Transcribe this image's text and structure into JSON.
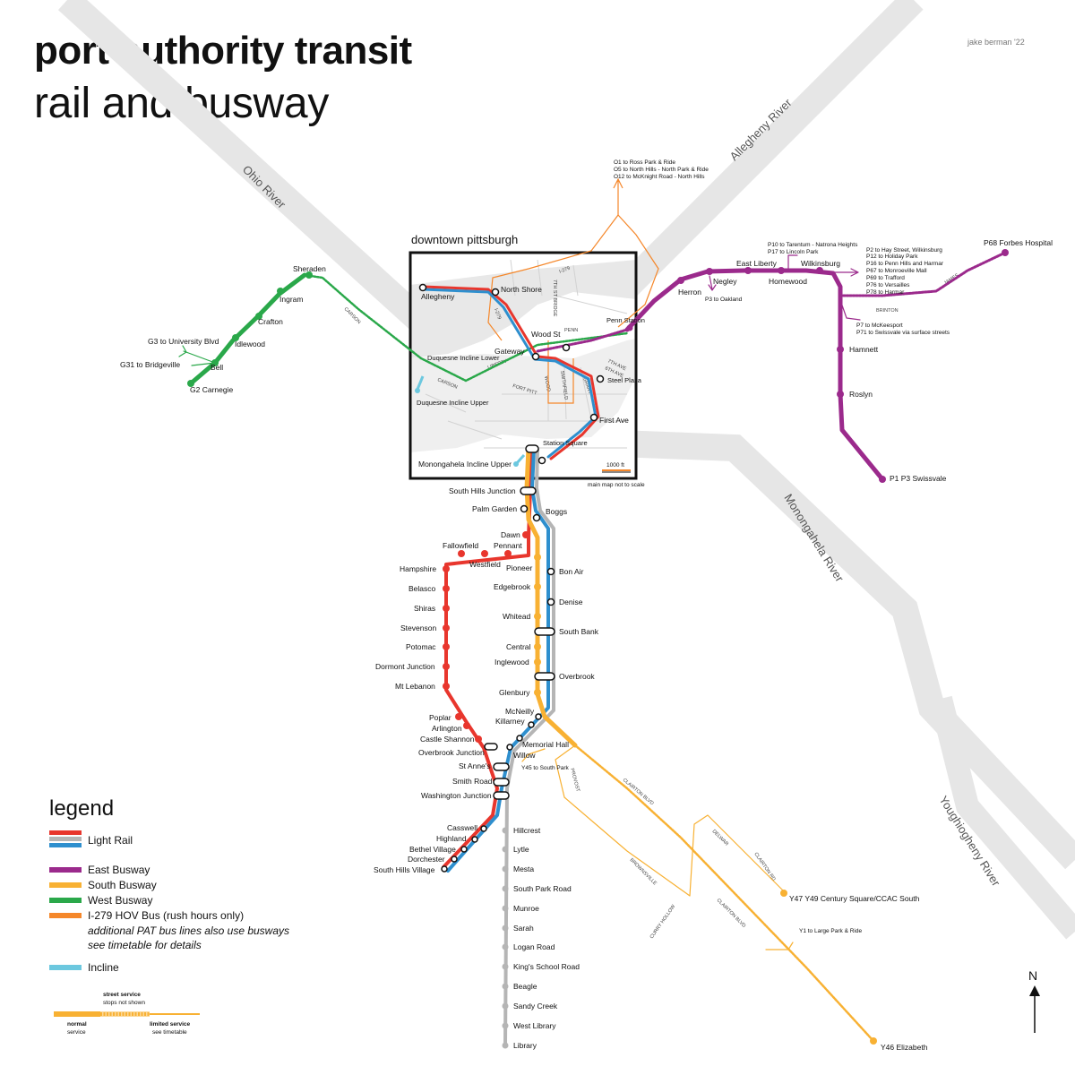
{
  "header": {
    "title": "port authority transit",
    "subtitle": "rail and busway",
    "credit": "jake berman '22"
  },
  "rivers": {
    "ohio": "Ohio River",
    "allegheny": "Allegheny River",
    "monongahela": "Monongahela River",
    "youghiogheny": "Youghiogheny River"
  },
  "inset": {
    "title": "downtown pittsburgh",
    "scale": "1000 ft",
    "note": "main map not to scale"
  },
  "colors": {
    "red": "#e8362d",
    "blue": "#2e8fce",
    "silver": "#b5b5b5",
    "east": "#9b2a8c",
    "south": "#f8b133",
    "west": "#2aa84a",
    "hov": "#f5872a",
    "incline": "#6cc8df",
    "corridor": "#e4e4e4"
  },
  "streets": {
    "i279": "I-279",
    "i279b": "I-279",
    "bridge": "7TH ST BRIDGE",
    "penn": "PENN",
    "liberty": "LIBERTY",
    "ave7": "7TH AVE",
    "ave6": "6TH AVE",
    "wood": "WOOD",
    "smithfield": "SMITHFIELD",
    "grant": "GRANT",
    "fortpitt": "FORT PITT",
    "carson": "CARSON",
    "carson2": "CARSON",
    "brinton": "BRINTON",
    "james": "JAMES",
    "provost": "PROVOST",
    "clairton_blvd": "CLAIRTON BLVD",
    "clairton_blvd2": "CLAIRTON BLVD",
    "delwar": "DELWAR",
    "clairton_rd": "CLAIRTON RD",
    "brownsville": "BROWNSVILLE",
    "curry": "CURRY HOLLOW"
  },
  "stations": {
    "sheraden": "Sheraden",
    "ingram": "Ingram",
    "crafton": "Crafton",
    "idlewood": "Idlewood",
    "bell": "Bell",
    "g2": "G2 Carnegie",
    "g3": "G3 to University Blvd",
    "g31": "G31 to Bridgeville",
    "allegheny": "Allegheny",
    "north_shore": "North Shore",
    "penn_station": "Penn Station",
    "wood_st": "Wood St",
    "gateway": "Gateway",
    "dil": "Duquesne Incline Lower",
    "diu": "Duquesne Incline Upper",
    "steel_plaza": "Steel Plaza",
    "first_ave": "First Ave",
    "station_square": "Station Square",
    "mon_incline": "Monongahela Incline Upper",
    "herron": "Herron",
    "negley": "Negley",
    "east_liberty": "East Liberty",
    "homewood": "Homewood",
    "wilkinsburg": "Wilkinsburg",
    "hamnett": "Hamnett",
    "roslyn": "Roslyn",
    "p1p3": "P1 P3 Swissvale",
    "p68": "P68 Forbes Hospital",
    "p3": "P3 to Oakland",
    "o1": "O1 to Ross Park & Ride",
    "o5": "O5 to North Hills - North Park & Ride",
    "o12": "O12 to McKnight Road - North Hills",
    "p10": "P10 to Tarentum - Natrona Heights",
    "p17": "P17 to Lincoln Park",
    "p2": "P2 to Hay Street, Wilkinsburg",
    "p12": "P12 to Holiday Park",
    "p16": "P16 to Penn Hills and Harmar",
    "p67": "P67 to Monroeville Mall",
    "p69": "P69 to Trafford",
    "p76": "P76 to Versailles",
    "p78": "P78 to Harmar",
    "p7": "P7 to McKeesport",
    "p71": "P71 to Swissvale via surface streets",
    "shj": "South Hills Junction",
    "palm_garden": "Palm Garden",
    "boggs": "Boggs",
    "dawn": "Dawn",
    "pennant": "Pennant",
    "fallowfield": "Fallowfield",
    "westfield": "Westfield",
    "hampshire": "Hampshire",
    "belasco": "Belasco",
    "shiras": "Shiras",
    "stevenson": "Stevenson",
    "potomac": "Potomac",
    "dormont": "Dormont Junction",
    "mt_lebanon": "Mt Lebanon",
    "pioneer": "Pioneer",
    "edgebrook": "Edgebrook",
    "whitead": "Whitead",
    "central": "Central",
    "inglewood": "Inglewood",
    "glenbury": "Glenbury",
    "bon_air": "Bon Air",
    "denise": "Denise",
    "south_bank": "South Bank",
    "overbrook": "Overbrook",
    "mcneilly": "McNeilly",
    "killarney": "Killarney",
    "memorial_hall": "Memorial Hall",
    "willow": "Willow",
    "poplar": "Poplar",
    "arlington": "Arlington",
    "castle_shannon": "Castle Shannon",
    "overbrook_jct": "Overbrook Junction",
    "st_annes": "St Anne's",
    "smith_road": "Smith Road",
    "washington_jct": "Washington Junction",
    "casswell": "Casswell",
    "highland": "Highland",
    "bethel": "Bethel Village",
    "dorchester": "Dorchester",
    "shv": "South Hills Village",
    "hillcrest": "Hillcrest",
    "lytle": "Lytle",
    "mesta": "Mesta",
    "south_park_road": "South Park Road",
    "munroe": "Munroe",
    "sarah": "Sarah",
    "logan_road": "Logan Road",
    "kings_school": "King's School Road",
    "beagle": "Beagle",
    "sandy_creek": "Sandy Creek",
    "west_library": "West Library",
    "library": "Library",
    "y45": "Y45 to South Park",
    "y47": "Y47 Y49 Century Square/CCAC South",
    "y1": "Y1 to Large Park & Ride",
    "y46": "Y46 Elizabeth"
  },
  "legend": {
    "title": "legend",
    "light_rail": "Light Rail",
    "east": "East Busway",
    "south": "South Busway",
    "west": "West Busway",
    "hov": "I-279 HOV Bus (rush hours only)",
    "note1": "additional PAT bus lines also use busways",
    "note2": "see timetable for details",
    "incline": "Incline",
    "street_service": "street service",
    "stops_not_shown": "stops not shown",
    "normal": "normal",
    "service": "service",
    "limited": "limited service",
    "see_timetable": "see timetable"
  },
  "compass": "N"
}
